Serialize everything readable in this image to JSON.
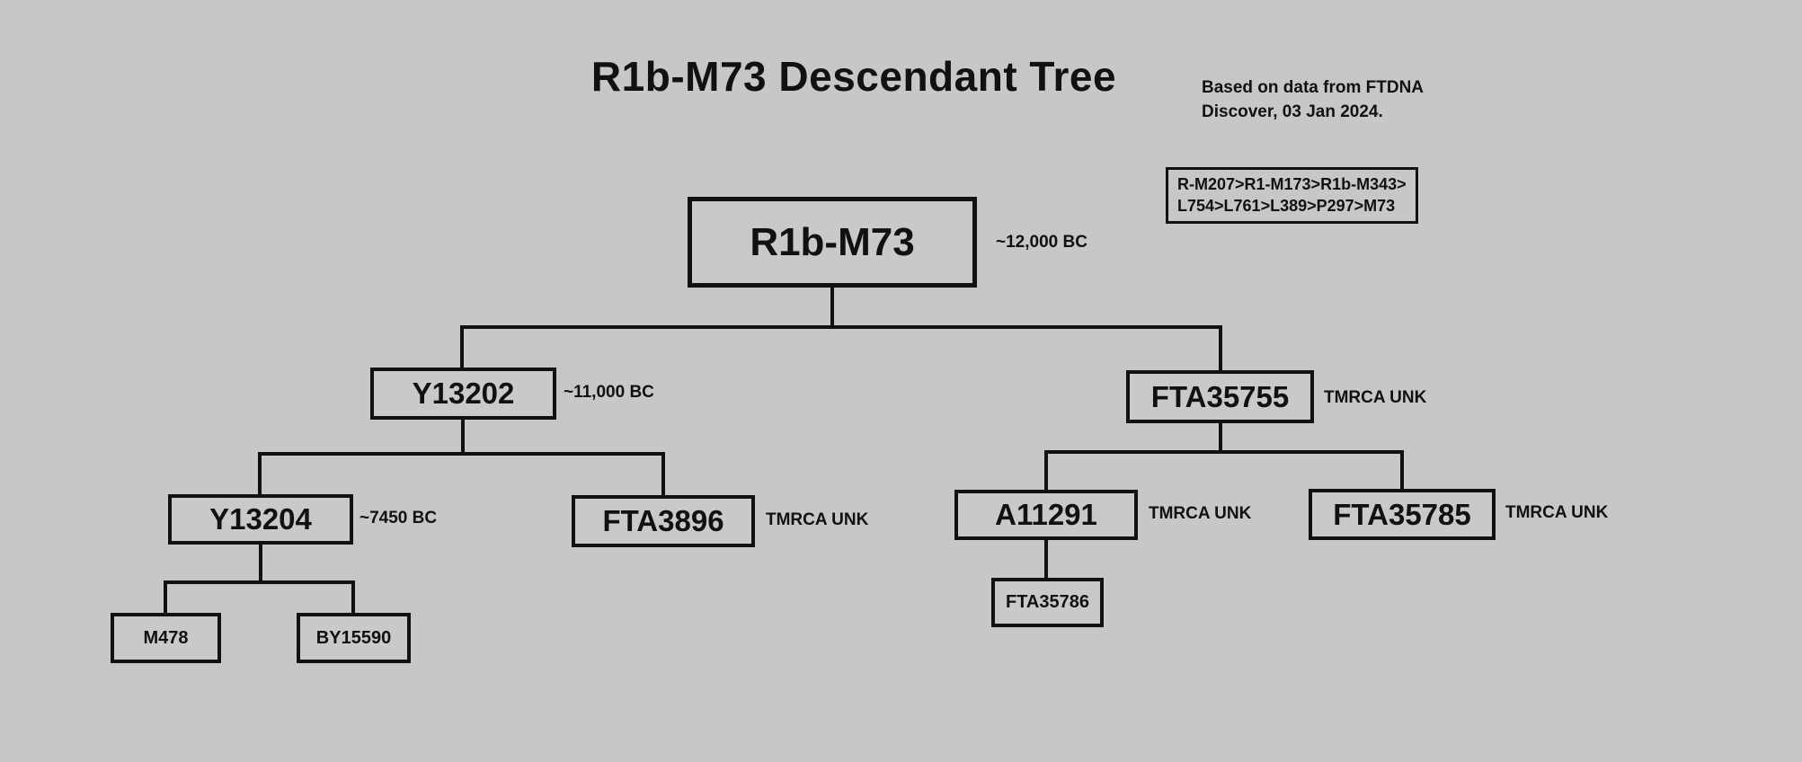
{
  "page": {
    "title": "R1b-M73 Descendant Tree",
    "note_line1": "Based on data from FTDNA",
    "note_line2": "Discover, 03 Jan 2024.",
    "path_line1": "R-M207>R1-M173>R1b-M343>",
    "path_line2": "L754>L761>L389>P297>M73"
  },
  "colors": {
    "background": "#c7c7c7",
    "box_border": "#111111",
    "connector_line": "#111111",
    "text": "#111111"
  },
  "nodes": {
    "root": {
      "label": "R1b-M73",
      "annotation": "~12,000 BC"
    },
    "y13202": {
      "label": "Y13202",
      "annotation": "~11,000 BC"
    },
    "fta35755": {
      "label": "FTA35755",
      "annotation": "TMRCA UNK"
    },
    "y13204": {
      "label": "Y13204",
      "annotation": "~7450 BC"
    },
    "fta3896": {
      "label": "FTA3896",
      "annotation": "TMRCA UNK"
    },
    "m478": {
      "label": "M478"
    },
    "by15590": {
      "label": "BY15590"
    },
    "a11291": {
      "label": "A11291",
      "annotation": "TMRCA UNK"
    },
    "fta35785": {
      "label": "FTA35785",
      "annotation": "TMRCA UNK"
    },
    "fta35786": {
      "label": "FTA35786"
    }
  }
}
